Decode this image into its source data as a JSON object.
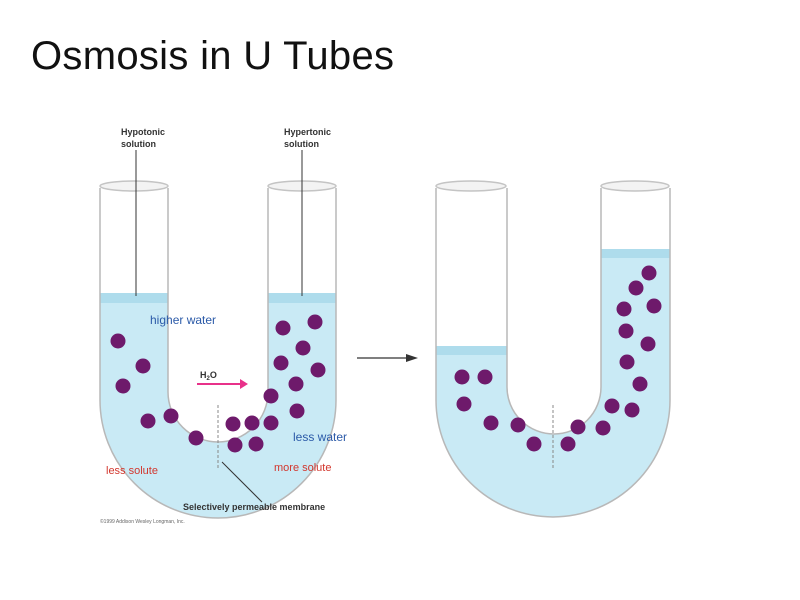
{
  "title": "Osmosis in U Tubes",
  "labels": {
    "hypotonic_line1": "Hypotonic",
    "hypotonic_line2": "solution",
    "hypertonic_line1": "Hypertonic",
    "hypertonic_line2": "solution",
    "higher_water": "higher water",
    "less_water": "less water",
    "less_solute": "less solute",
    "more_solute": "more solute",
    "h2o_main": "H",
    "h2o_sub": "2",
    "h2o_end": "O",
    "membrane": "Selectively permeable membrane",
    "copyright": "©1999 Addison Wesley Longman, Inc."
  },
  "colors": {
    "water": "#c9eaf5",
    "water_top": "#aedcec",
    "tube_stroke": "#b8b8b8",
    "solute": "#6e1a6b",
    "arrow_pink": "#e8318a",
    "blue_text": "#2b5aa8",
    "red_text": "#d2372e"
  },
  "icons": {
    "process_arrow": "right-arrow-icon",
    "h2o_arrow": "pink-right-arrow-icon"
  }
}
